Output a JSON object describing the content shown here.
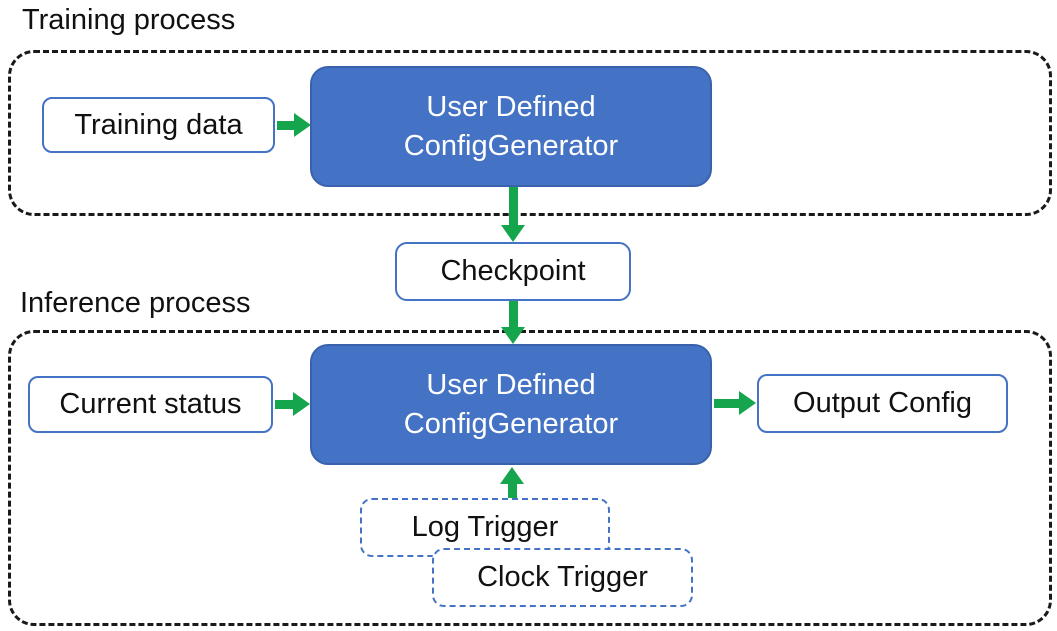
{
  "colors": {
    "blue_fill": "#4472C4",
    "blue_border": "#3A62AC",
    "io_border": "#4472C4",
    "arrow_green": "#15A54C",
    "frame_black": "#1a1a1a",
    "text_dark": "#111111",
    "text_light": "#ffffff"
  },
  "training": {
    "label": "Training process",
    "input_box": "Training data",
    "generator_line1": "User Defined",
    "generator_line2": "ConfigGenerator"
  },
  "checkpoint": {
    "label": "Checkpoint"
  },
  "inference": {
    "label": "Inference process",
    "input_box": "Current status",
    "generator_line1": "User Defined",
    "generator_line2": "ConfigGenerator",
    "output_box": "Output Config",
    "triggers": [
      "Log Trigger",
      "Clock Trigger"
    ]
  }
}
